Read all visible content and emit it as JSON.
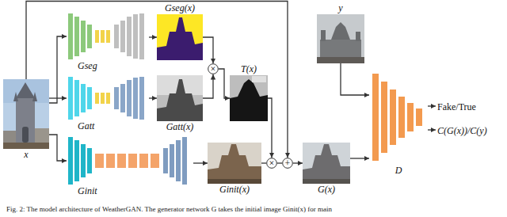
{
  "diagram": {
    "caption": "Fig. 2: The model architecture of WeatherGAN. The generator network G takes the initial image Ginit(x) for main",
    "nodes": [
      {
        "text": [
          "x"
        ]
      },
      {
        "text": [
          "Gseg"
        ]
      },
      {
        "text": [
          "Gseg(x)"
        ]
      },
      {
        "text": [
          "Gatt"
        ]
      },
      {
        "text": [
          "Gatt(x)"
        ]
      },
      {
        "text": [
          "×"
        ]
      },
      {
        "text": [
          "T(x)"
        ]
      },
      {
        "text": [
          "Ginit"
        ]
      },
      {
        "text": [
          "Ginit(x)"
        ]
      },
      {
        "text": [
          "×"
        ]
      },
      {
        "text": [
          "+"
        ]
      },
      {
        "text": [
          "y"
        ]
      },
      {
        "text": [
          "G(x)"
        ]
      },
      {
        "text": [
          "D"
        ]
      },
      {
        "text": [
          "Fake/True"
        ]
      },
      {
        "text": [
          "C(G(x))/C(y)"
        ]
      }
    ],
    "edges": [
      {
        "from": 0,
        "to": 1,
        "arrow": "to"
      },
      {
        "from": 0,
        "to": 3,
        "arrow": "to"
      },
      {
        "from": 0,
        "to": 7,
        "arrow": "to"
      },
      {
        "from": 1,
        "to": 2,
        "arrow": "to"
      },
      {
        "from": 3,
        "to": 4,
        "arrow": "to"
      },
      {
        "from": 7,
        "to": 8,
        "arrow": "to"
      },
      {
        "from": 2,
        "to": 5,
        "arrow": "to"
      },
      {
        "from": 4,
        "to": 5,
        "arrow": "to"
      },
      {
        "from": 5,
        "to": 6,
        "arrow": "to"
      },
      {
        "from": 6,
        "to": 9,
        "arrow": "to"
      },
      {
        "from": 8,
        "to": 9,
        "arrow": "none"
      },
      {
        "from": 9,
        "to": 10,
        "arrow": "none"
      },
      {
        "from": 0,
        "to": 10,
        "arrow": "to"
      },
      {
        "from": 10,
        "to": 12,
        "arrow": "to"
      },
      {
        "from": 12,
        "to": 13,
        "arrow": "to"
      },
      {
        "from": 11,
        "to": 13,
        "arrow": "to"
      },
      {
        "from": 13,
        "to": 14,
        "arrow": "to"
      },
      {
        "from": 13,
        "to": 15,
        "arrow": "to"
      }
    ]
  }
}
